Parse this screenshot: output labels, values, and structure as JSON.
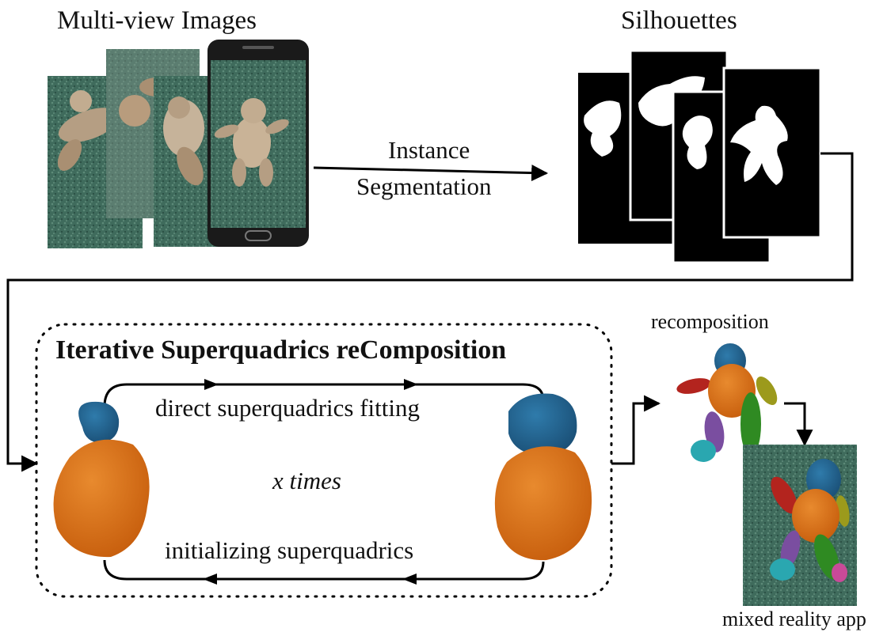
{
  "labels": {
    "multiview": "Multi-view Images",
    "silhouettes": "Silhouettes",
    "instance": "Instance",
    "segmentation": "Segmentation",
    "isc_title": "Iterative Superquadrics reComposition",
    "direct_fitting": "direct superquadrics fitting",
    "x_times": "x times",
    "initializing": "initializing superquadrics",
    "recomposition": "recomposition",
    "mixed_reality": "mixed reality app"
  },
  "colors": {
    "carpet": "#3f6b5c",
    "teddy": "#b59e83",
    "orange": "#d96b12",
    "blue": "#1f5f8b",
    "red": "#b3241e",
    "olive": "#9c9a1c",
    "green": "#2f8a22",
    "purple": "#7a4ea0",
    "cyan": "#2aa7b0",
    "pink": "#c94a98"
  }
}
